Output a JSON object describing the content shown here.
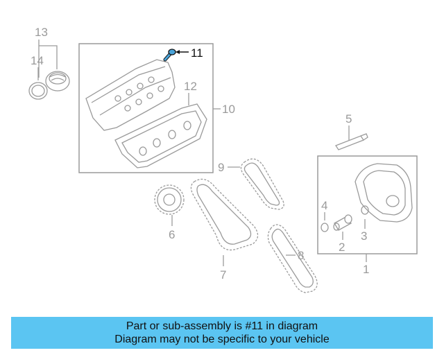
{
  "diagram": {
    "callouts": {
      "c1": "1",
      "c2": "2",
      "c3": "3",
      "c4": "4",
      "c5": "5",
      "c6": "6",
      "c7": "7",
      "c8": "8",
      "c9": "9",
      "c10": "10",
      "c11": "11",
      "c12": "12",
      "c13": "13",
      "c14": "14"
    },
    "highlight_callout": "11",
    "highlight_color": "#000000",
    "part_color": "#9a9a9a",
    "highlight_part_color": "#4aa3d8"
  },
  "banner": {
    "line1": "Part or sub-assembly is #11 in diagram",
    "line2": "Diagram may not be specific to your vehicle",
    "background": "#5bc5f2"
  }
}
